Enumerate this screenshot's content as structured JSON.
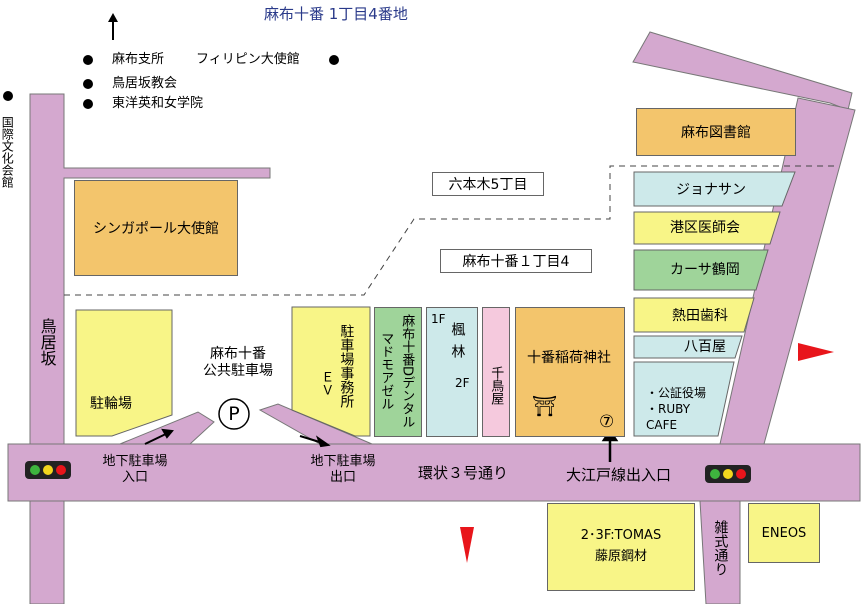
{
  "title": "麻布十番 1丁目4番地",
  "legend": [
    {
      "label": "麻布支所"
    },
    {
      "label": "フィリピン大使館"
    },
    {
      "label": "鳥居坂教会"
    },
    {
      "label": "東洋英和女学院"
    }
  ],
  "left_side": {
    "label": "国際文化会館"
  },
  "districts": {
    "upper": "六本木5丁目",
    "lower": "麻布十番１丁目4"
  },
  "streets": {
    "toriizaka": "鳥居坂",
    "kanjo3": "環状３号通り",
    "zatsushiki": "雑式通り"
  },
  "parking": {
    "name": "麻布十番\n公共駐車場",
    "symbol": "P",
    "entrance": "地下駐車場\n入口",
    "exit": "地下駐車場\n出口"
  },
  "subway": {
    "label": "大江戸線出入口",
    "exit_no": "⑦"
  },
  "buildings": {
    "singapore": "シンガポール大使館",
    "bicycle": "駐輪場",
    "office": "駐車場事務所",
    "ev": "ＥＶ",
    "dental_1": "麻布十番Dデンタル",
    "dental_2": "マドモアゼル",
    "fuurin_1f": "1F",
    "fuurin": "楓林",
    "fuurin_2f": "2F",
    "senchoya": "千鳥屋",
    "shrine": "十番稲荷神社",
    "shrine_mark": "⛩",
    "library": "麻布図書館",
    "jonathan": "ジョナサン",
    "medical": "港区医師会",
    "casa": "カーサ鶴岡",
    "atsuta": "熱田歯科",
    "yaoya": "八百屋",
    "notary": "・公証役場\n・RUBY\nCAFE",
    "tomas": "2･3F:TOMAS\n藤原鋼材",
    "eneos": "ENEOS"
  },
  "colors": {
    "road": "#d4a8cf",
    "orange": "#f3c56c",
    "yellow": "#f8f587",
    "green": "#9fd49a",
    "lightblue": "#cde9ea",
    "pink": "#f5c9dd",
    "arrow_red": "#e8151b",
    "title_blue": "#2a3a8a",
    "tree_green": "#1d8c1d"
  },
  "icons": [
    "north-arrow-icon",
    "traffic-light-icon",
    "shrine-gate-icon",
    "ginkgo-icon",
    "red-arrow-icon"
  ]
}
